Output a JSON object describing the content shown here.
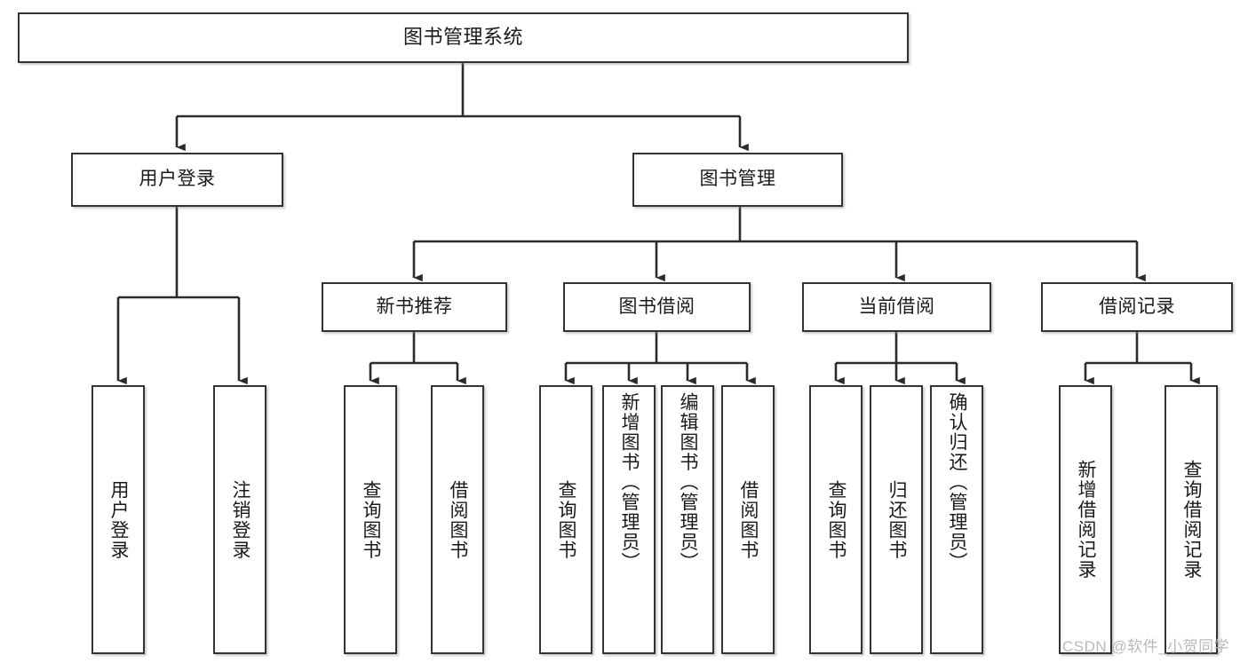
{
  "diagram": {
    "title": "图书管理系统",
    "type": "hierarchy-tree",
    "background": "#ffffff",
    "border_color": "#333333",
    "text_color": "#1a1a1a",
    "watermark": "CSDN @软件_小贺同学",
    "watermark_color": "#b9b9b9",
    "levels": 4
  },
  "nodes": {
    "root": {
      "label": "图书管理系统"
    },
    "level2": [
      {
        "label": "用户登录"
      },
      {
        "label": "图书管理"
      }
    ],
    "level3": [
      {
        "label": "新书推荐"
      },
      {
        "label": "图书借阅"
      },
      {
        "label": "当前借阅"
      },
      {
        "label": "借阅记录"
      }
    ],
    "leaves": {
      "user_login": [
        {
          "label": "用户登录"
        },
        {
          "label": "注销登录"
        }
      ],
      "new_book_recommend": [
        {
          "label": "查询图书"
        },
        {
          "label": "借阅图书"
        }
      ],
      "book_borrow": [
        {
          "label": "查询图书"
        },
        {
          "label": "新增图书（管理员）"
        },
        {
          "label": "编辑图书（管理员）"
        },
        {
          "label": "借阅图书"
        }
      ],
      "current_borrow": [
        {
          "label": "查询图书"
        },
        {
          "label": "归还图书"
        },
        {
          "label": "确认归还（管理员）"
        }
      ],
      "borrow_record": [
        {
          "label": "新增借阅记录"
        },
        {
          "label": "查询借阅记录"
        }
      ]
    }
  },
  "chart_data": {
    "type": "tree",
    "title": "图书管理系统",
    "root": "图书管理系统",
    "edges": [
      [
        "图书管理系统",
        "用户登录"
      ],
      [
        "图书管理系统",
        "图书管理"
      ],
      [
        "用户登录",
        "用户登录"
      ],
      [
        "用户登录",
        "注销登录"
      ],
      [
        "图书管理",
        "新书推荐"
      ],
      [
        "图书管理",
        "图书借阅"
      ],
      [
        "图书管理",
        "当前借阅"
      ],
      [
        "图书管理",
        "借阅记录"
      ],
      [
        "新书推荐",
        "查询图书"
      ],
      [
        "新书推荐",
        "借阅图书"
      ],
      [
        "图书借阅",
        "查询图书"
      ],
      [
        "图书借阅",
        "新增图书（管理员）"
      ],
      [
        "图书借阅",
        "编辑图书（管理员）"
      ],
      [
        "图书借阅",
        "借阅图书"
      ],
      [
        "当前借阅",
        "查询图书"
      ],
      [
        "当前借阅",
        "归还图书"
      ],
      [
        "当前借阅",
        "确认归还（管理员）"
      ],
      [
        "借阅记录",
        "新增借阅记录"
      ],
      [
        "借阅记录",
        "查询借阅记录"
      ]
    ]
  }
}
